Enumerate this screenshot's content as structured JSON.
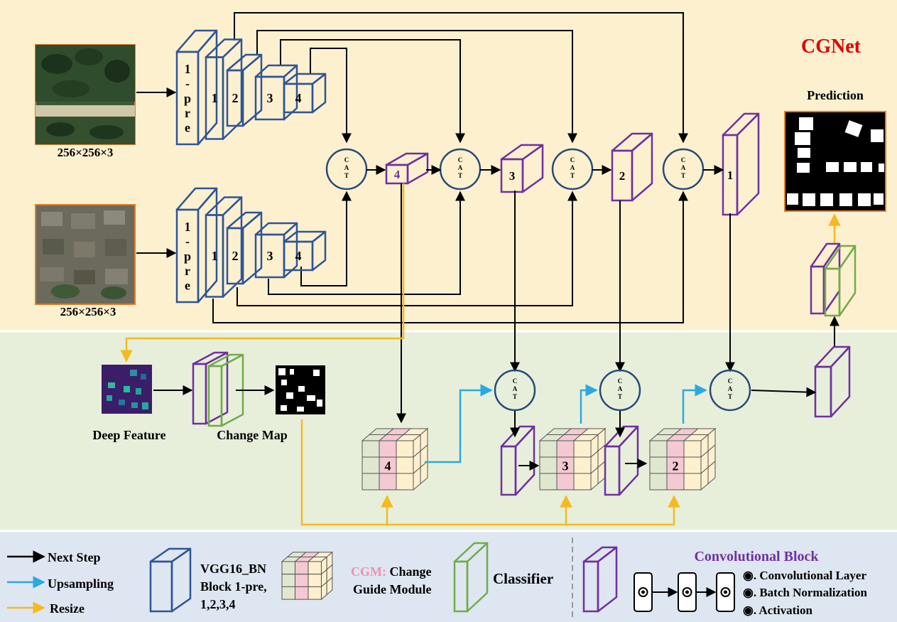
{
  "title": "CGNet",
  "prediction_label": "Prediction",
  "input_size_top": "256×256×3",
  "input_size_bottom": "256×256×3",
  "encoder_labels": [
    "1-pre",
    "1",
    "2",
    "3",
    "4"
  ],
  "cat_label": [
    "C",
    "A",
    "T"
  ],
  "decoder_labels": [
    "4",
    "3",
    "2",
    "1"
  ],
  "cgm_labels": [
    "4",
    "3",
    "2"
  ],
  "deep_feature_label": "Deep Feature",
  "change_map_label": "Change Map",
  "legend": {
    "next_step": "Next Step",
    "upsampling": "Upsampling",
    "resize": "Resize",
    "vgg_line1": "VGG16_BN",
    "vgg_line2": "Block 1-pre,",
    "vgg_line3": "1,2,3,4",
    "cgm_abbr": "CGM:",
    "cgm_line1": " Change",
    "cgm_line2": "Guide Module",
    "classifier": "Classifier",
    "conv_block_title": "Convolutional Block",
    "conv_layer": "◉. Convolutional Layer",
    "batch_norm": "◉. Batch Normalization",
    "activation": "◉. Activation"
  },
  "colors": {
    "top_bg": "#fdf0cf",
    "mid_bg": "#e7efdb",
    "legend_bg": "#dee6f1",
    "vgg_blue": "#2e5597",
    "conv_purple": "#7030a0",
    "classifier_green": "#70ad47",
    "cat_circle": "#2a4a78",
    "upsample_blue": "#2aa9e0",
    "resize_orange": "#f5b921",
    "cgm_pink": "#f4c9d2",
    "title_red": "#e00000"
  }
}
